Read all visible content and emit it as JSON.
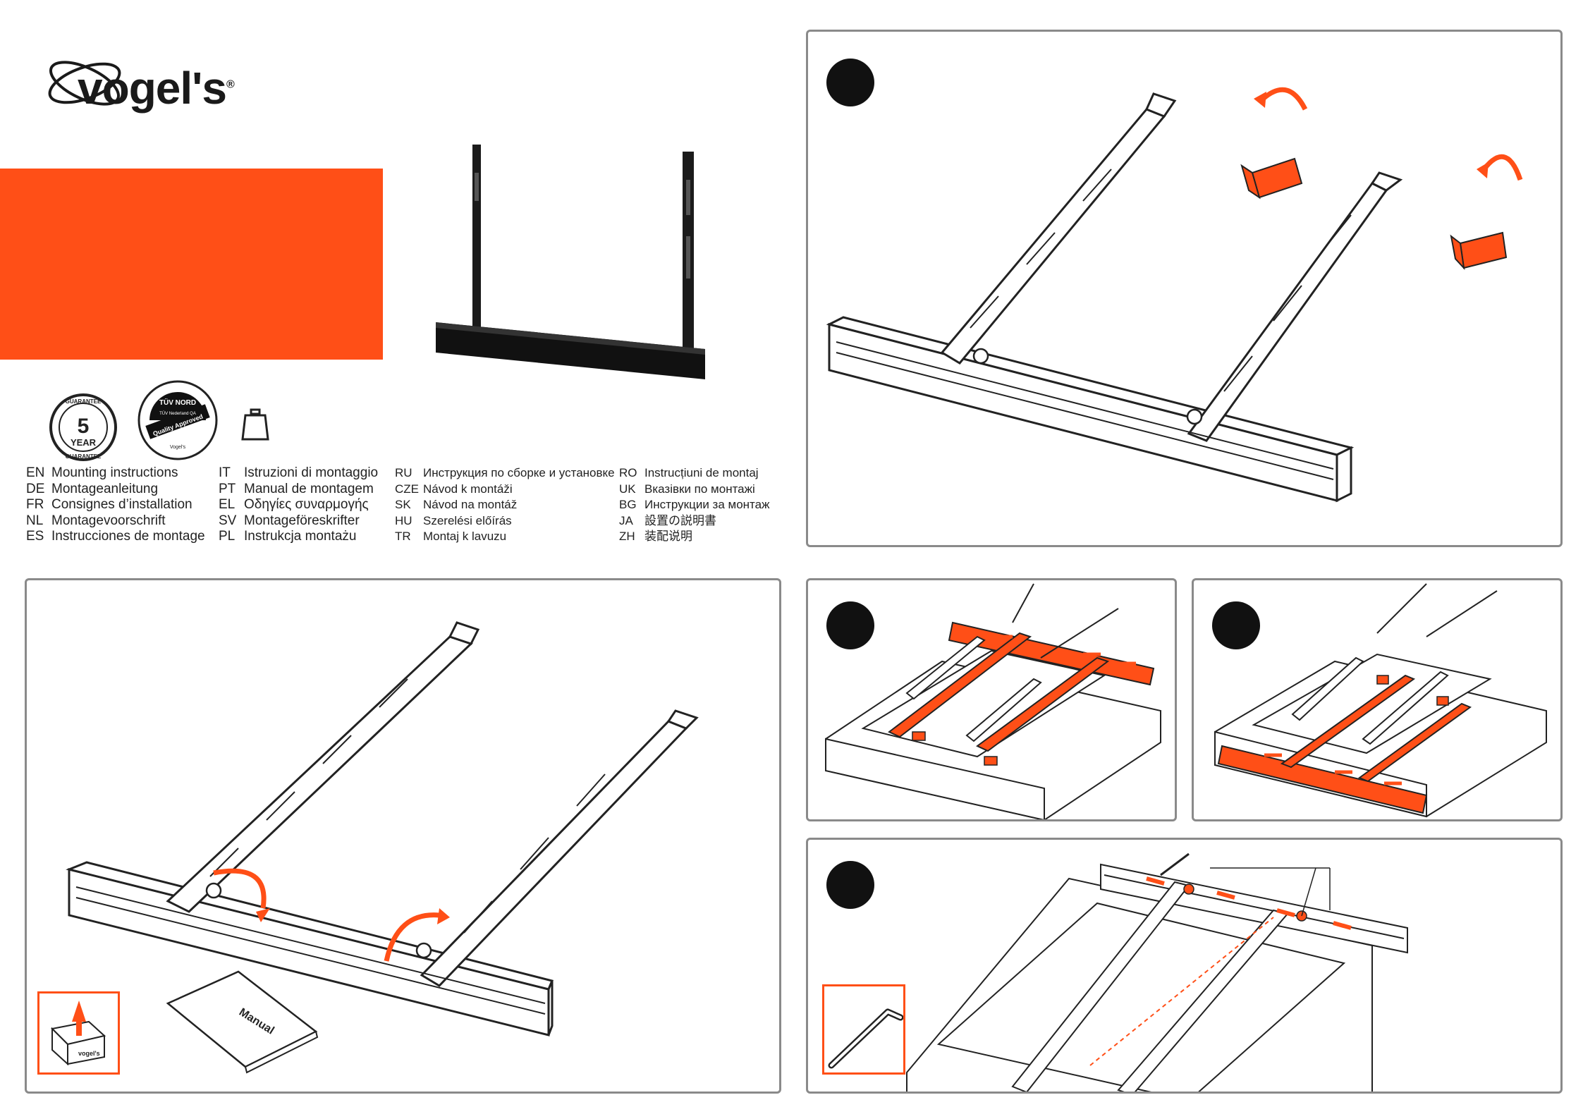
{
  "brand": {
    "name": "vogel's",
    "registered": "®"
  },
  "badges": {
    "guarantee": {
      "top": "GUARANTEE",
      "number": "5",
      "unit": "YEAR",
      "bottom": "GUARANTEE"
    },
    "tuv": {
      "title": "TÜV NORD",
      "sub": "TÜV Nederland QA",
      "quality": "Quality Approved",
      "ring": "Vogel's"
    }
  },
  "languages": {
    "col1": [
      {
        "code": "EN",
        "label": "Mounting instructions"
      },
      {
        "code": "DE",
        "label": "Montageanleitung"
      },
      {
        "code": "FR",
        "label": "Consignes d’installation"
      },
      {
        "code": "NL",
        "label": "Montagevoorschrift"
      },
      {
        "code": "ES",
        "label": "Instrucciones de montage"
      }
    ],
    "col2": [
      {
        "code": "IT",
        "label": "Istruzioni di montaggio"
      },
      {
        "code": "PT",
        "label": "Manual de montagem"
      },
      {
        "code": "EL",
        "label": "Οδηγίες συναρμογής"
      },
      {
        "code": "SV",
        "label": "Montageföreskrifter"
      },
      {
        "code": "PL",
        "label": "Instrukcja montażu"
      }
    ],
    "col3": [
      {
        "code": "RU",
        "label": "Инструкция по сборке и установке"
      },
      {
        "code": "CZE",
        "label": "Návod k montáži"
      },
      {
        "code": "SK",
        "label": "Návod na montáž"
      },
      {
        "code": "HU",
        "label": "Szerelési előírás"
      },
      {
        "code": "TR",
        "label": "Montaj k  lavuzu"
      }
    ],
    "col4": [
      {
        "code": "RO",
        "label": "Instrucțiuni de montaj"
      },
      {
        "code": "UK",
        "label": "Вказівки по монтажі"
      },
      {
        "code": "BG",
        "label": "Инструкции за монтаж"
      },
      {
        "code": "JA",
        "label": "設置の説明書"
      },
      {
        "code": "ZH",
        "label": "装配说明"
      }
    ]
  },
  "manual_label": "Manual",
  "box_label": "vogel's",
  "colors": {
    "accent": "#ff4f17",
    "border": "#8a8a8a",
    "dot": "#111111"
  },
  "icons": [
    "weight-icon",
    "hex-key-icon",
    "open-box-icon",
    "manual-booklet-icon"
  ]
}
